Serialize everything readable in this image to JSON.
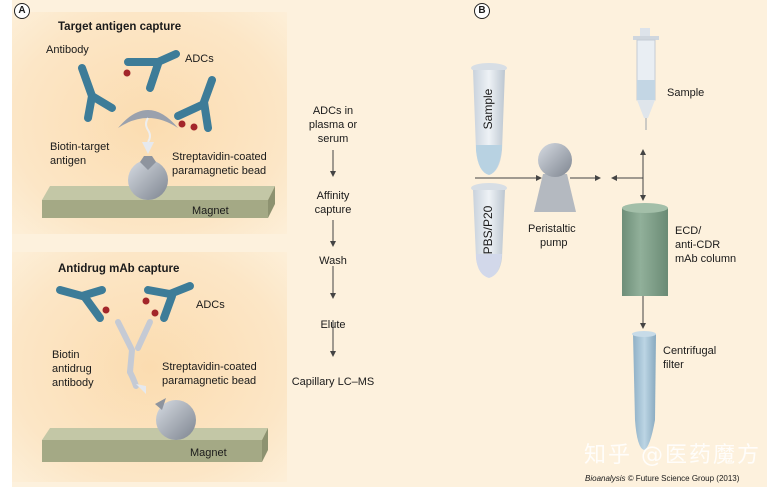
{
  "panel_a": {
    "label": "A",
    "target_capture": {
      "title": "Target antigen capture",
      "antibody": "Antibody",
      "adcs": "ADCs",
      "biotin_target_1": "Biotin-target",
      "biotin_target_2": "antigen",
      "bead_1": "Streptavidin-coated",
      "bead_2": "paramagnetic bead",
      "magnet": "Magnet"
    },
    "antidrug_capture": {
      "title": "Antidrug mAb capture",
      "adcs": "ADCs",
      "biotin_1": "Biotin",
      "biotin_2": "antidrug",
      "biotin_3": "antibody",
      "bead_1": "Streptavidin-coated",
      "bead_2": "paramagnetic bead",
      "magnet": "Magnet"
    },
    "workflow": {
      "steps": [
        {
          "lines": [
            "ADCs in",
            "plasma or",
            "serum"
          ]
        },
        {
          "lines": [
            "Affinity",
            "capture"
          ]
        },
        {
          "lines": [
            "Wash"
          ]
        },
        {
          "lines": [
            "Elute"
          ]
        },
        {
          "lines": [
            "Capillary LC–MS"
          ]
        }
      ]
    }
  },
  "panel_b": {
    "label": "B",
    "tube_sample": "Sample",
    "tube_buffer": "PBS/P20",
    "pump_1": "Peristaltic",
    "pump_2": "pump",
    "syringe_sample": "Sample",
    "column_1": "ECD/",
    "column_2": "anti-CDR",
    "column_3": "mAb column",
    "filter_1": "Centrifugal",
    "filter_2": "filter"
  },
  "colors": {
    "background": "#fdf1dd",
    "panel": "#fbdcb0",
    "antibody_blue": "#3d7c98",
    "drug_red": "#a3262a",
    "magnet": "#a4a985",
    "bead": "#a8aeb8",
    "column_green": "#7f9f88",
    "filter_blue": "#a8c4d6"
  },
  "watermark": "知乎 @医药魔方",
  "credit": {
    "journal": "Bioanalysis",
    "rest": " © Future Science Group (2013)"
  }
}
